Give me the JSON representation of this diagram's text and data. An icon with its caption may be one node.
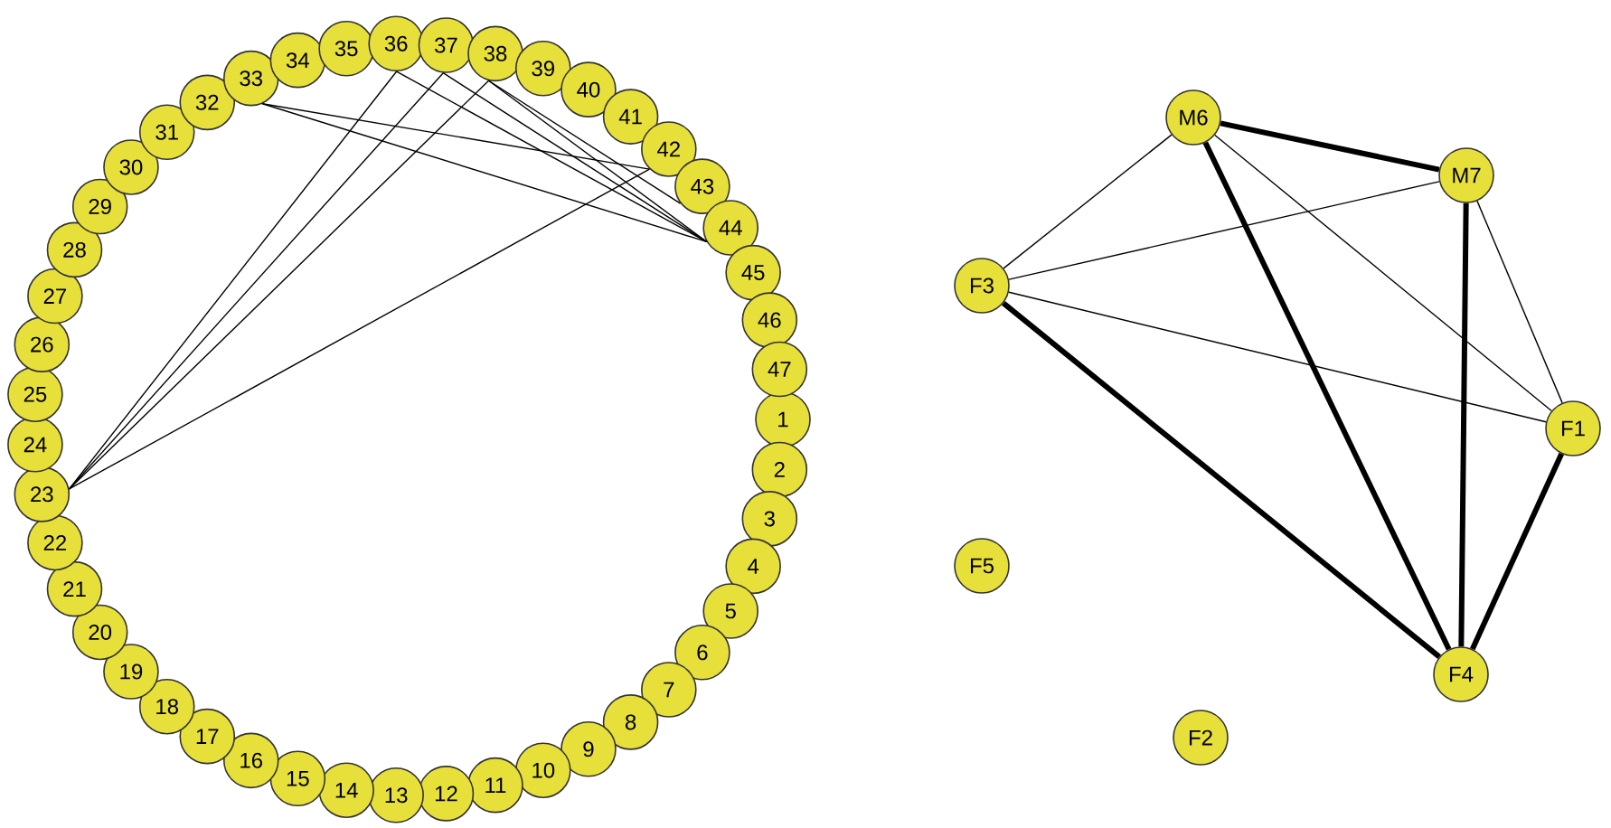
{
  "diagram": {
    "nodes": [
      {
        "text": [
          "1"
        ]
      },
      {
        "text": [
          "2"
        ]
      },
      {
        "text": [
          "3"
        ]
      },
      {
        "text": [
          "4"
        ]
      },
      {
        "text": [
          "5"
        ]
      },
      {
        "text": [
          "6"
        ]
      },
      {
        "text": [
          "7"
        ]
      },
      {
        "text": [
          "8"
        ]
      },
      {
        "text": [
          "9"
        ]
      },
      {
        "text": [
          "10"
        ]
      },
      {
        "text": [
          "11"
        ]
      },
      {
        "text": [
          "12"
        ]
      },
      {
        "text": [
          "13"
        ]
      },
      {
        "text": [
          "14"
        ]
      },
      {
        "text": [
          "15"
        ]
      },
      {
        "text": [
          "16"
        ]
      },
      {
        "text": [
          "17"
        ]
      },
      {
        "text": [
          "18"
        ]
      },
      {
        "text": [
          "19"
        ]
      },
      {
        "text": [
          "20"
        ]
      },
      {
        "text": [
          "21"
        ]
      },
      {
        "text": [
          "22"
        ]
      },
      {
        "text": [
          "23"
        ]
      },
      {
        "text": [
          "24"
        ]
      },
      {
        "text": [
          "25"
        ]
      },
      {
        "text": [
          "26"
        ]
      },
      {
        "text": [
          "27"
        ]
      },
      {
        "text": [
          "28"
        ]
      },
      {
        "text": [
          "29"
        ]
      },
      {
        "text": [
          "30"
        ]
      },
      {
        "text": [
          "31"
        ]
      },
      {
        "text": [
          "32"
        ]
      },
      {
        "text": [
          "33"
        ]
      },
      {
        "text": [
          "34"
        ]
      },
      {
        "text": [
          "35"
        ]
      },
      {
        "text": [
          "36"
        ]
      },
      {
        "text": [
          "37"
        ]
      },
      {
        "text": [
          "38"
        ]
      },
      {
        "text": [
          "39"
        ]
      },
      {
        "text": [
          "40"
        ]
      },
      {
        "text": [
          "41"
        ]
      },
      {
        "text": [
          "42"
        ]
      },
      {
        "text": [
          "43"
        ]
      },
      {
        "text": [
          "44"
        ]
      },
      {
        "text": [
          "45"
        ]
      },
      {
        "text": [
          "46"
        ]
      },
      {
        "text": [
          "47"
        ]
      },
      {
        "text": [
          "M6"
        ]
      },
      {
        "text": [
          "M7"
        ]
      },
      {
        "text": [
          "F3"
        ]
      },
      {
        "text": [
          "F1"
        ]
      },
      {
        "text": [
          "F5"
        ]
      },
      {
        "text": [
          "F4"
        ]
      },
      {
        "text": [
          "F2"
        ]
      }
    ],
    "edges": [
      {
        "from": 22,
        "to": 35,
        "arrow": "none"
      },
      {
        "from": 22,
        "to": 36,
        "arrow": "none"
      },
      {
        "from": 22,
        "to": 37,
        "arrow": "none"
      },
      {
        "from": 22,
        "to": 41,
        "arrow": "none"
      },
      {
        "from": 32,
        "to": 41,
        "arrow": "none"
      },
      {
        "from": 32,
        "to": 43,
        "arrow": "none"
      },
      {
        "from": 35,
        "to": 43,
        "arrow": "none"
      },
      {
        "from": 36,
        "to": 43,
        "arrow": "none"
      },
      {
        "from": 37,
        "to": 42,
        "arrow": "none"
      },
      {
        "from": 37,
        "to": 43,
        "arrow": "none"
      },
      {
        "from": 47,
        "to": 48,
        "arrow": "none",
        "style": "thick"
      },
      {
        "from": 47,
        "to": 52,
        "arrow": "none",
        "style": "thick"
      },
      {
        "from": 47,
        "to": 49,
        "arrow": "none"
      },
      {
        "from": 47,
        "to": 50,
        "arrow": "none"
      },
      {
        "from": 48,
        "to": 49,
        "arrow": "none"
      },
      {
        "from": 48,
        "to": 52,
        "arrow": "none",
        "style": "thick"
      },
      {
        "from": 48,
        "to": 50,
        "arrow": "none"
      },
      {
        "from": 49,
        "to": 50,
        "arrow": "none"
      },
      {
        "from": 49,
        "to": 52,
        "arrow": "none",
        "style": "thick"
      },
      {
        "from": 50,
        "to": 52,
        "arrow": "none",
        "style": "thick"
      }
    ]
  }
}
